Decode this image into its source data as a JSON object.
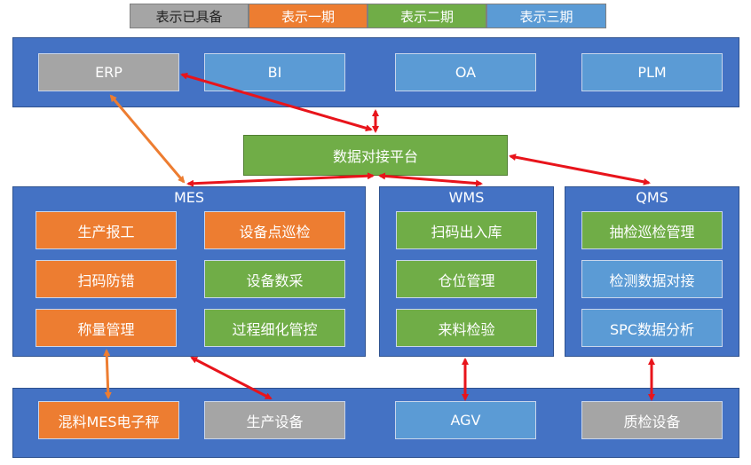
{
  "legend": {
    "existing": "表示已具备",
    "phase1": "表示一期",
    "phase2": "表示二期",
    "phase3": "表示三期"
  },
  "top_systems": {
    "erp": "ERP",
    "bi": "BI",
    "oa": "OA",
    "plm": "PLM"
  },
  "hub": "数据对接平台",
  "mes": {
    "title": "MES",
    "items": [
      "生产报工",
      "设备点巡检",
      "扫码防错",
      "设备数采",
      "称量管理",
      "过程细化管控"
    ]
  },
  "wms": {
    "title": "WMS",
    "items": [
      "扫码出入库",
      "仓位管理",
      "来料检验"
    ]
  },
  "qms": {
    "title": "QMS",
    "items": [
      "抽检巡检管理",
      "检测数据对接",
      "SPC数据分析"
    ]
  },
  "devices": {
    "scale": "混料MES电子秤",
    "production": "生产设备",
    "agv": "AGV",
    "inspection": "质检设备"
  },
  "colors": {
    "existing": "#a5a5a5",
    "phase1": "#ed7d31",
    "phase2": "#70ad47",
    "phase3": "#5b9bd5",
    "panel": "#4472c4",
    "arrow_red": "#e8141b",
    "arrow_orange": "#ed7d31"
  }
}
